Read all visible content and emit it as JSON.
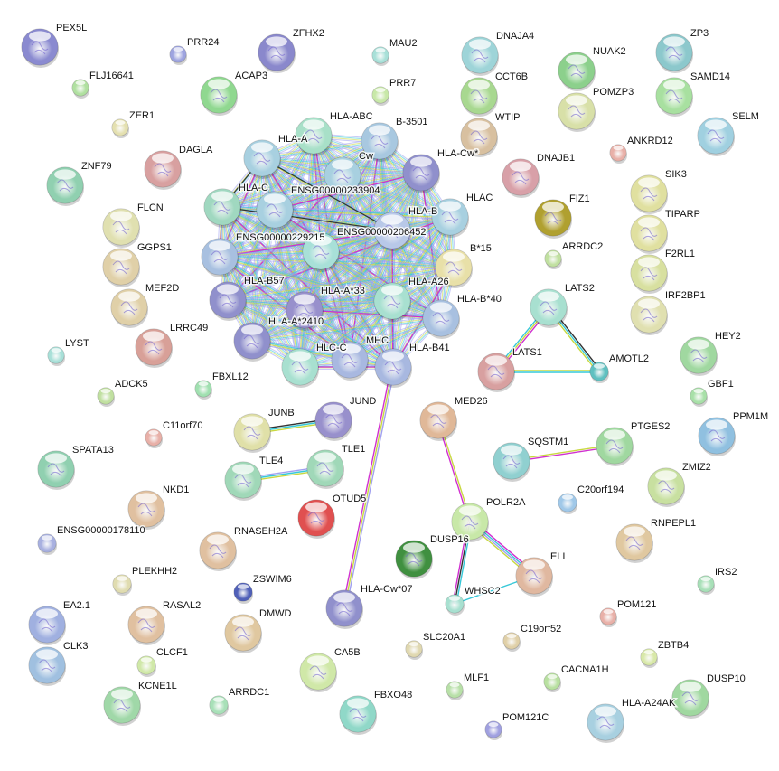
{
  "network": {
    "nodes": [
      {
        "name": "PEX5L",
        "color": "#8a8ad0"
      },
      {
        "name": "PRR24",
        "color": "#9ea4e0"
      },
      {
        "name": "ZFHX2",
        "color": "#8a88cc"
      },
      {
        "name": "MAU2",
        "color": "#a8e0d8"
      },
      {
        "name": "DNAJA4",
        "color": "#9ed4d8"
      },
      {
        "name": "NUAK2",
        "color": "#8cd08c"
      },
      {
        "name": "ZP3",
        "color": "#8cc8cc"
      },
      {
        "name": "FLJ16641",
        "color": "#b0e0a0"
      },
      {
        "name": "ACAP3",
        "color": "#90d890"
      },
      {
        "name": "PRR7",
        "color": "#c8e8a8"
      },
      {
        "name": "CCT6B",
        "color": "#a8d890"
      },
      {
        "name": "POMZP3",
        "color": "#d8e0a8"
      },
      {
        "name": "SAMD14",
        "color": "#a8e0a0"
      },
      {
        "name": "ZER1",
        "color": "#e4e0b0"
      },
      {
        "name": "HLA-ABC",
        "color": "#a8e0c8"
      },
      {
        "name": "B-3501",
        "color": "#a8c8e0"
      },
      {
        "name": "WTIP",
        "color": "#d8c0a0"
      },
      {
        "name": "ANKRD12",
        "color": "#e8b0a8"
      },
      {
        "name": "SELM",
        "color": "#a0d0e0"
      },
      {
        "name": "DAGLA",
        "color": "#d8a0a0"
      },
      {
        "name": "HLA-A",
        "color": "#a8d0e0"
      },
      {
        "name": "Cw",
        "color": "#a8d0e0"
      },
      {
        "name": "HLA-Cw*",
        "color": "#9090cc"
      },
      {
        "name": "DNAJB1",
        "color": "#d8a0a8"
      },
      {
        "name": "ZNF79",
        "color": "#90d0b0"
      },
      {
        "name": "SIK3",
        "color": "#e0e0a0"
      },
      {
        "name": "HLA-C",
        "color": "#a0d8c0"
      },
      {
        "name": "ENSG00000233904",
        "color": "#a8d0e0"
      },
      {
        "name": "HLAC",
        "color": "#a8d0e0"
      },
      {
        "name": "HLA-B",
        "color": "#b8c8e8"
      },
      {
        "name": "ENSG00000206452",
        "color": "#a8e0d8"
      },
      {
        "name": "ENSG00000229215",
        "color": "#a8c0e0"
      },
      {
        "name": "FIZ1",
        "color": "#b0a030"
      },
      {
        "name": "FLCN",
        "color": "#e0e0b0"
      },
      {
        "name": "TIPARP",
        "color": "#e0e0a0"
      },
      {
        "name": "ARRDC2",
        "color": "#c0e0a0"
      },
      {
        "name": "GGPS1",
        "color": "#e0d0a8"
      },
      {
        "name": "B*15",
        "color": "#e8e0a8"
      },
      {
        "name": "F2RL1",
        "color": "#d8e0a0"
      },
      {
        "name": "MEF2D",
        "color": "#e0d0a8"
      },
      {
        "name": "HLA-B57",
        "color": "#9090cc"
      },
      {
        "name": "HLA-A*33",
        "color": "#9890cc"
      },
      {
        "name": "HLA-A26",
        "color": "#a8e0d0"
      },
      {
        "name": "LATS2",
        "color": "#a8e0d0"
      },
      {
        "name": "IRF2BP1",
        "color": "#e0e0b0"
      },
      {
        "name": "HLA-B*40",
        "color": "#a8c0e0"
      },
      {
        "name": "HLA-A*2410",
        "color": "#9090cc"
      },
      {
        "name": "LRRC49",
        "color": "#d8a098"
      },
      {
        "name": "LYST",
        "color": "#a8e0d8"
      },
      {
        "name": "HEY2",
        "color": "#a0d8a0"
      },
      {
        "name": "HLC-C",
        "color": "#a8e0d0"
      },
      {
        "name": "MHC",
        "color": "#a8b8e0"
      },
      {
        "name": "HLA-B41",
        "color": "#a8b8e0"
      },
      {
        "name": "LATS1",
        "color": "#d8a0a0"
      },
      {
        "name": "AMOTL2",
        "color": "#60c0c0"
      },
      {
        "name": "ADCK5",
        "color": "#c0e0a0"
      },
      {
        "name": "FBXL12",
        "color": "#a0e0b0"
      },
      {
        "name": "GBF1",
        "color": "#a8e0a8"
      },
      {
        "name": "JUND",
        "color": "#9890cc"
      },
      {
        "name": "MED26",
        "color": "#e0b898"
      },
      {
        "name": "JUNB",
        "color": "#e0e0a8"
      },
      {
        "name": "C11orf70",
        "color": "#e8b0a8"
      },
      {
        "name": "PPM1M",
        "color": "#90c0e0"
      },
      {
        "name": "SQSTM1",
        "color": "#90d0d0"
      },
      {
        "name": "PTGES2",
        "color": "#a0d8a0"
      },
      {
        "name": "SPATA13",
        "color": "#90d0b0"
      },
      {
        "name": "TLE4",
        "color": "#a0d8b8"
      },
      {
        "name": "TLE1",
        "color": "#a0d8b8"
      },
      {
        "name": "ZMIZ2",
        "color": "#c8e0a0"
      },
      {
        "name": "C20orf194",
        "color": "#a0c8e8"
      },
      {
        "name": "NKD1",
        "color": "#e0c0a0"
      },
      {
        "name": "OTUD5",
        "color": "#e05050"
      },
      {
        "name": "POLR2A",
        "color": "#c8e8a8"
      },
      {
        "name": "RNPEPL1",
        "color": "#e0c8a0"
      },
      {
        "name": "ENSG00000178110",
        "color": "#a8b0e0"
      },
      {
        "name": "RNASEH2A",
        "color": "#e0c0a0"
      },
      {
        "name": "DUSP16",
        "color": "#409040"
      },
      {
        "name": "ELL",
        "color": "#e0b8a0"
      },
      {
        "name": "PLEKHH2",
        "color": "#e0dcb0"
      },
      {
        "name": "IRS2",
        "color": "#a8e0b8"
      },
      {
        "name": "ZSWIM6",
        "color": "#5060b8"
      },
      {
        "name": "WHSC2",
        "color": "#a8e0d0"
      },
      {
        "name": "HLA-Cw*07",
        "color": "#9090cc"
      },
      {
        "name": "EA2.1",
        "color": "#a0b0e0"
      },
      {
        "name": "RASAL2",
        "color": "#e0c0a0"
      },
      {
        "name": "POM121",
        "color": "#e8b0a8"
      },
      {
        "name": "DMWD",
        "color": "#e0c8a0"
      },
      {
        "name": "C19orf52",
        "color": "#e0d0a8"
      },
      {
        "name": "SLC20A1",
        "color": "#e0d8b0"
      },
      {
        "name": "ZBTB4",
        "color": "#d8e8a8"
      },
      {
        "name": "CLK3",
        "color": "#a0c0e0"
      },
      {
        "name": "CLCF1",
        "color": "#d0e8a8"
      },
      {
        "name": "CA5B",
        "color": "#d0e8a8"
      },
      {
        "name": "CACNA1H",
        "color": "#b8e0a0"
      },
      {
        "name": "DUSP10",
        "color": "#a0d8a0"
      },
      {
        "name": "MLF1",
        "color": "#b8e0a8"
      },
      {
        "name": "KCNE1L",
        "color": "#a0d8a8"
      },
      {
        "name": "ARRDC1",
        "color": "#a8e0b8"
      },
      {
        "name": "FBXO48",
        "color": "#90d8c8"
      },
      {
        "name": "HLA-A24AK",
        "color": "#a8d0e0"
      },
      {
        "name": "POM121C",
        "color": "#a0a0e0"
      }
    ],
    "cluster": [
      "HLA-ABC",
      "B-3501",
      "HLA-A",
      "Cw",
      "HLA-Cw*",
      "HLA-C",
      "ENSG00000233904",
      "HLAC",
      "HLA-B",
      "ENSG00000206452",
      "ENSG00000229215",
      "B*15",
      "HLA-B57",
      "HLA-A*33",
      "HLA-A26",
      "HLA-B*40",
      "HLA-A*2410",
      "HLC-C",
      "MHC",
      "HLA-B41"
    ],
    "edges": [
      {
        "a": "HLA-B41",
        "b": "HLA-Cw*07",
        "colors": [
          "#a0a0f0",
          "#c8d840",
          "#d030d0"
        ]
      },
      {
        "a": "LATS2",
        "b": "LATS1",
        "colors": [
          "#d030d0",
          "#c8d840",
          "#36c8d8"
        ]
      },
      {
        "a": "LATS2",
        "b": "AMOTL2",
        "colors": [
          "#333333",
          "#36c8d8",
          "#c8d840"
        ]
      },
      {
        "a": "LATS1",
        "b": "AMOTL2",
        "colors": [
          "#c8d840",
          "#36c8d8"
        ]
      },
      {
        "a": "JUNB",
        "b": "JUND",
        "colors": [
          "#333333",
          "#36c8d8",
          "#c8d840"
        ]
      },
      {
        "a": "TLE4",
        "b": "TLE1",
        "colors": [
          "#a0a0f0",
          "#36c8d8",
          "#c8d840"
        ]
      },
      {
        "a": "MED26",
        "b": "POLR2A",
        "colors": [
          "#c8d840",
          "#d030d0"
        ]
      },
      {
        "a": "SQSTM1",
        "b": "PTGES2",
        "colors": [
          "#c8d840",
          "#d030d0"
        ]
      },
      {
        "a": "POLR2A",
        "b": "ELL",
        "colors": [
          "#d030d0",
          "#36c8d8",
          "#a0a0f0",
          "#c8d840"
        ]
      },
      {
        "a": "POLR2A",
        "b": "WHSC2",
        "colors": [
          "#36c8d8",
          "#333333",
          "#d030d0"
        ]
      },
      {
        "a": "ELL",
        "b": "WHSC2",
        "colors": [
          "#36c8d8"
        ]
      }
    ],
    "cluster_colors": [
      "#a0a0f0",
      "#36c8d8",
      "#c8d840",
      "#a0a0f0"
    ],
    "cluster_highlight": {
      "color": "#d030d0"
    },
    "cluster_dark": {
      "color": "#333333"
    }
  }
}
